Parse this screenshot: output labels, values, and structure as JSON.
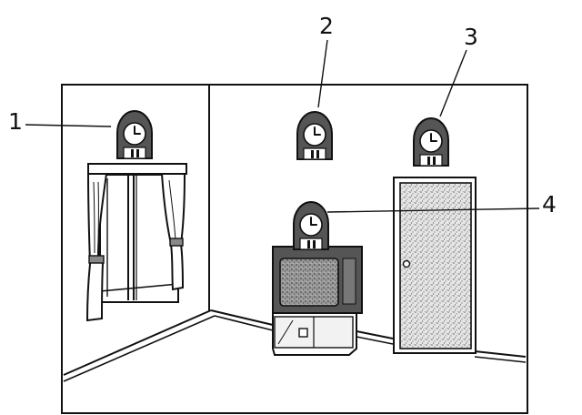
{
  "callouts": [
    {
      "id": "1",
      "label": "1"
    },
    {
      "id": "2",
      "label": "2"
    },
    {
      "id": "3",
      "label": "3"
    },
    {
      "id": "4",
      "label": "4"
    }
  ],
  "icons": [
    "wall-clock-icon",
    "television-icon",
    "door-icon",
    "window-icon",
    "curtain-icon"
  ]
}
